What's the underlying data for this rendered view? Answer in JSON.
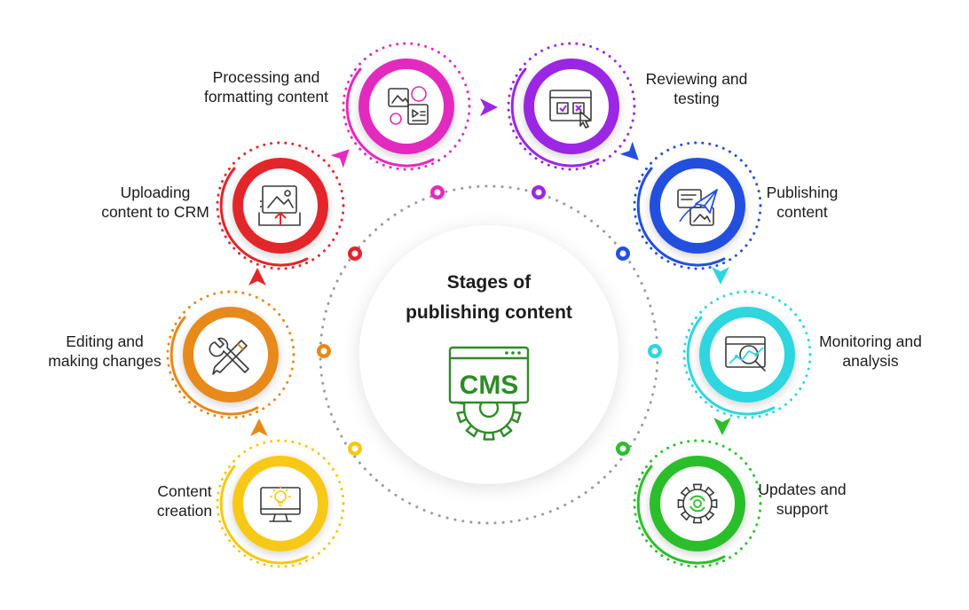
{
  "center": {
    "title_line1": "Stages of",
    "title_line2": "publishing content",
    "cms_text": "CMS",
    "cms_color": "#2e8b27",
    "icon": "cms-gear-window-icon"
  },
  "stages": [
    {
      "id": "content-creation",
      "label": "Content\ncreation",
      "color": "#f7c812",
      "icon": "monitor-lightbulb-icon"
    },
    {
      "id": "editing",
      "label": "Editing and\nmaking changes",
      "color": "#e8891c",
      "icon": "wrench-pencil-icon"
    },
    {
      "id": "uploading",
      "label": "Uploading\ncontent to CRM",
      "color": "#e3262b",
      "icon": "upload-image-icon"
    },
    {
      "id": "processing",
      "label": "Processing and\nformatting content",
      "color": "#e22bbf",
      "icon": "media-gear-icon"
    },
    {
      "id": "reviewing",
      "label": "Reviewing and\ntesting",
      "color": "#9b27e3",
      "icon": "browser-checkbox-cursor-icon"
    },
    {
      "id": "publishing",
      "label": "Publishing\ncontent",
      "color": "#2450de",
      "icon": "paper-plane-documents-icon"
    },
    {
      "id": "monitoring",
      "label": "Monitoring and\nanalysis",
      "color": "#2ed6df",
      "icon": "magnifier-chart-icon"
    },
    {
      "id": "updates",
      "label": "Updates and\nsupport",
      "color": "#2bbf2b",
      "icon": "gear-refresh-icon"
    }
  ]
}
